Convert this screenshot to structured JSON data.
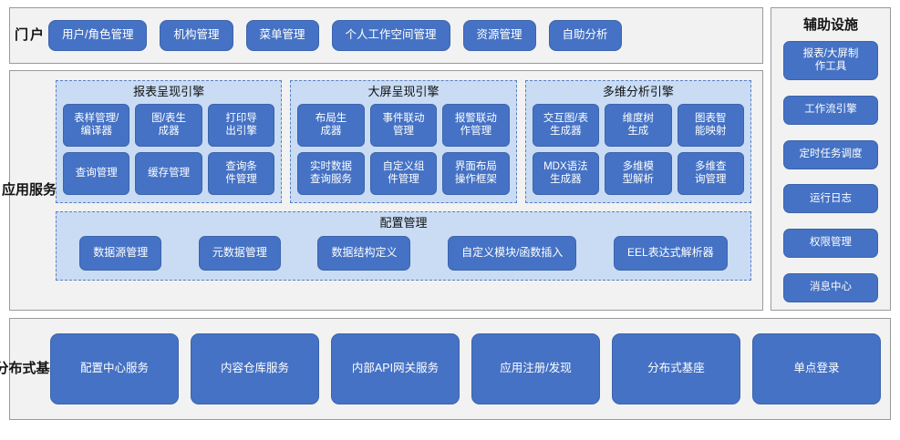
{
  "colors": {
    "button_fill": "#4572C4",
    "button_border": "#3C64AC",
    "panel_bg": "#F2F2F2",
    "panel_border": "#9A9A9A",
    "group_bg": "#C9DCF4",
    "group_border": "#5B7FC0",
    "label_text": "#141414",
    "button_text": "#FFFFFF"
  },
  "portal": {
    "label": "门户",
    "items": [
      {
        "label": "用户/角色管理"
      },
      {
        "label": "机构管理"
      },
      {
        "label": "菜单管理"
      },
      {
        "label": "个人工作空间管理"
      },
      {
        "label": "资源管理"
      },
      {
        "label": "自助分析"
      }
    ]
  },
  "app_service": {
    "label": "应用服务",
    "engines": [
      {
        "title": "报表呈现引擎",
        "items": [
          {
            "label": "表样管理/\n编译器"
          },
          {
            "label": "图/表生\n成器"
          },
          {
            "label": "打印导\n出引擎"
          },
          {
            "label": "查询管理"
          },
          {
            "label": "缓存管理"
          },
          {
            "label": "查询条\n件管理"
          }
        ]
      },
      {
        "title": "大屏呈现引擎",
        "items": [
          {
            "label": "布局生\n成器"
          },
          {
            "label": "事件联动\n管理"
          },
          {
            "label": "报警联动\n作管理"
          },
          {
            "label": "实时数据\n查询服务"
          },
          {
            "label": "自定义组\n件管理"
          },
          {
            "label": "界面布局\n操作框架"
          }
        ]
      },
      {
        "title": "多维分析引擎",
        "items": [
          {
            "label": "交互图/表\n生成器"
          },
          {
            "label": "维度树\n生成"
          },
          {
            "label": "图表智\n能映射"
          },
          {
            "label": "MDX语法\n生成器"
          },
          {
            "label": "多维模\n型解析"
          },
          {
            "label": "多维查\n询管理"
          }
        ]
      }
    ],
    "config": {
      "title": "配置管理",
      "items": [
        {
          "label": "数据源管理"
        },
        {
          "label": "元数据管理"
        },
        {
          "label": "数据结构定义"
        },
        {
          "label": "自定义模块/函数插入"
        },
        {
          "label": "EEL表达式解析器"
        }
      ]
    }
  },
  "aux": {
    "title": "辅助设施",
    "items": [
      {
        "label": "报表/大屏制\n作工具",
        "tall": true
      },
      {
        "label": "工作流引擎",
        "tall": false
      },
      {
        "label": "定时任务调度",
        "tall": false
      },
      {
        "label": "运行日志",
        "tall": false
      },
      {
        "label": "权限管理",
        "tall": false
      },
      {
        "label": "消息中心",
        "tall": false
      }
    ]
  },
  "distributed_base": {
    "label": "分布式基础",
    "items": [
      {
        "label": "配置中心服务"
      },
      {
        "label": "内容仓库服务"
      },
      {
        "label": "内部API网关服务"
      },
      {
        "label": "应用注册/发现"
      },
      {
        "label": "分布式基座"
      },
      {
        "label": "单点登录"
      }
    ]
  }
}
